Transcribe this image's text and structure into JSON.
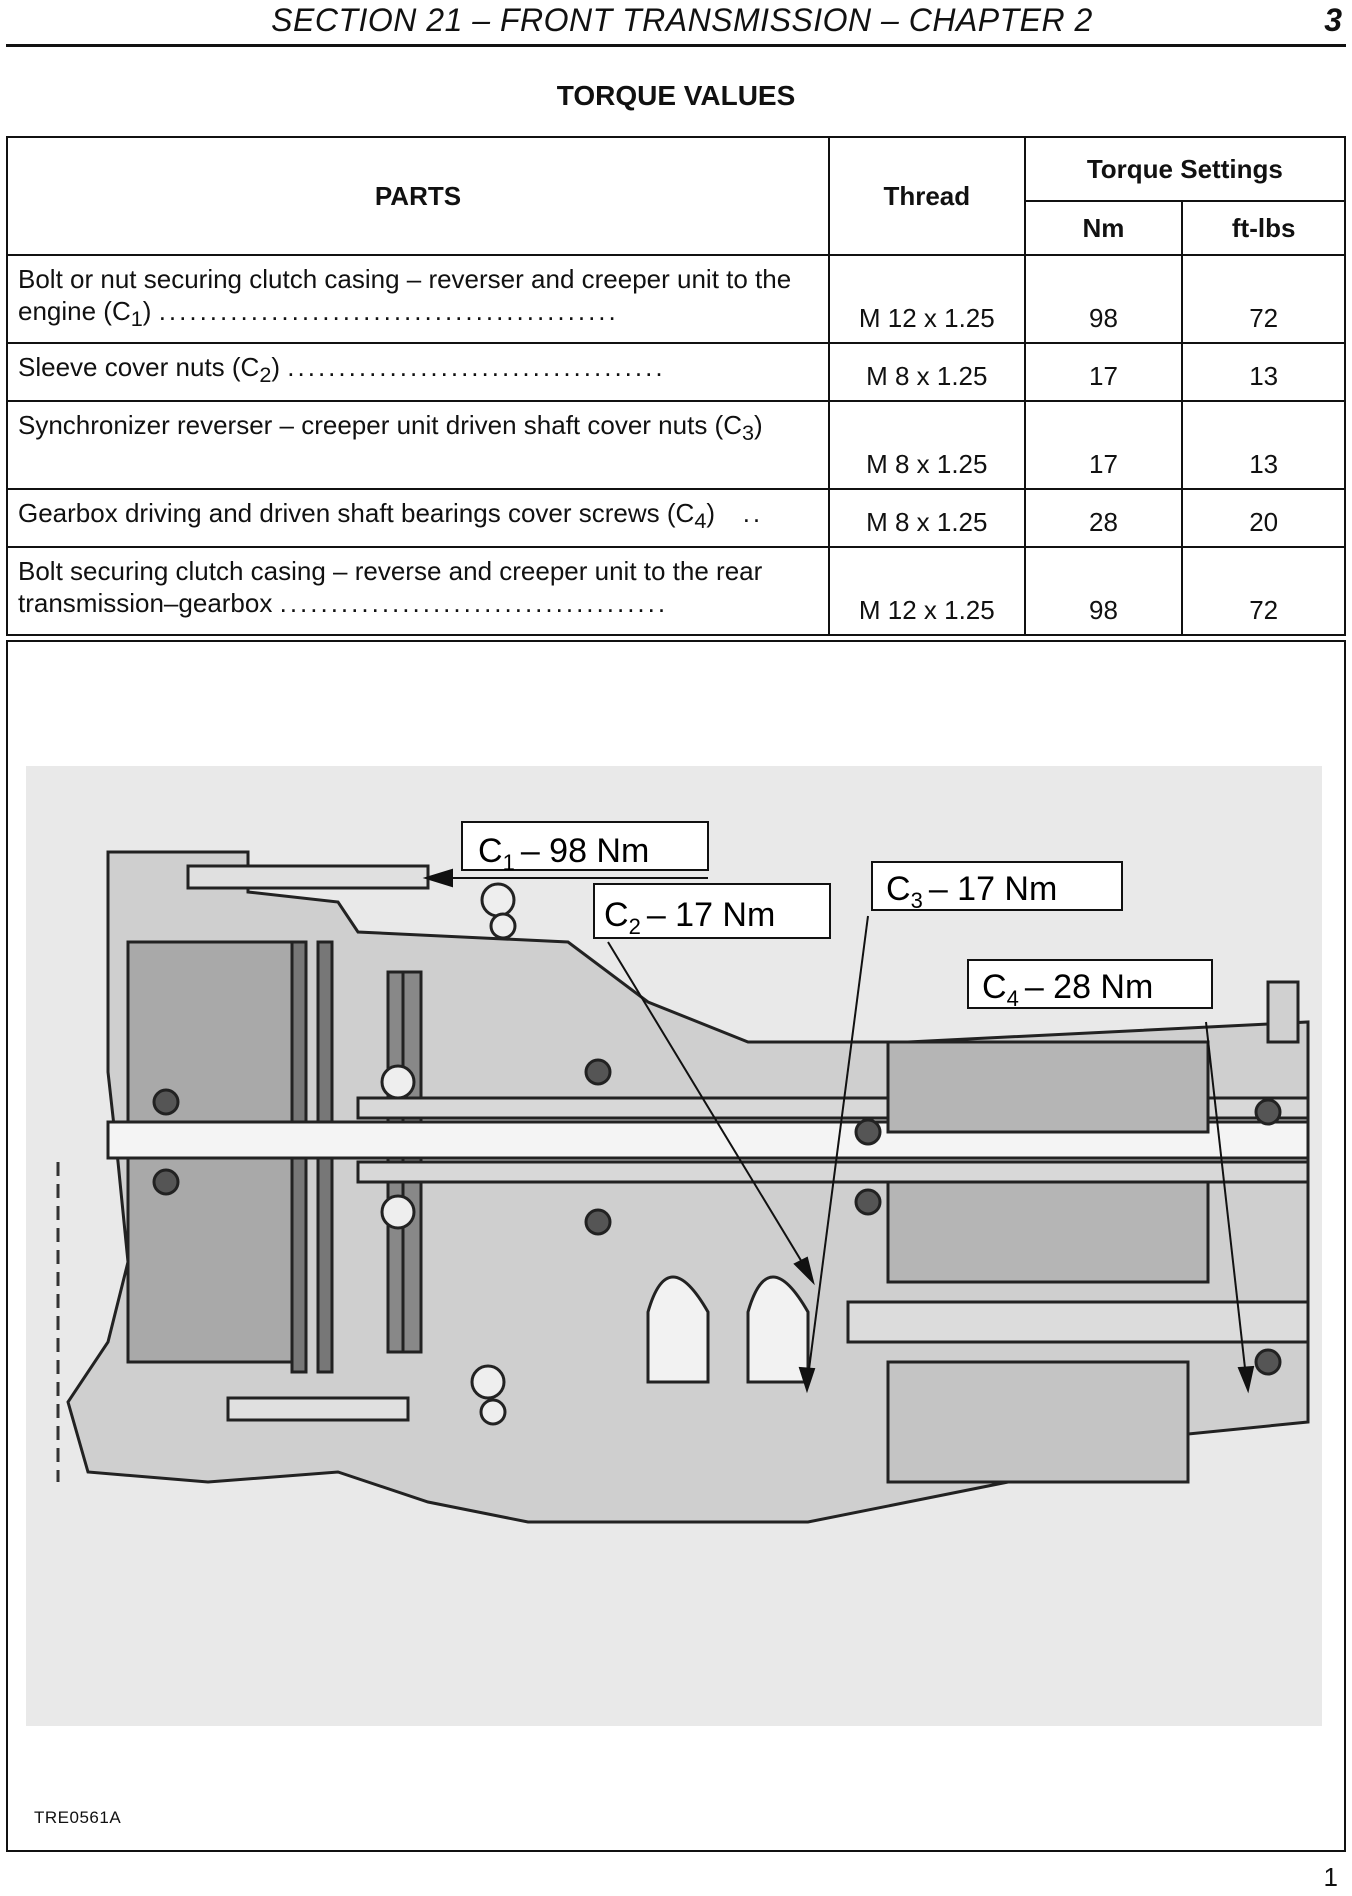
{
  "header": {
    "section": "SECTION 21 – FRONT TRANSMISSION – CHAPTER 2",
    "page": "3"
  },
  "title": "TORQUE VALUES",
  "table": {
    "headers": {
      "parts": "PARTS",
      "thread": "Thread",
      "torque": "Torque Settings",
      "nm": "Nm",
      "ftlbs": "ft-lbs"
    },
    "rows": [
      {
        "part_line1": "Bolt or nut securing clutch casing – reverser and creeper unit to the",
        "part_line2": "engine (C",
        "sub": "1",
        "suffix": ")",
        "thread": "M 12 x 1.25",
        "nm": "98",
        "ftlbs": "72"
      },
      {
        "part_line1": "Sleeve cover nuts (C",
        "sub": "2",
        "suffix": ")",
        "thread": "M 8 x 1.25",
        "nm": "17",
        "ftlbs": "13"
      },
      {
        "part_line1": "Synchronizer reverser – creeper unit driven shaft cover nuts (C",
        "sub": "3",
        "suffix": ")",
        "thread": "M 8 x 1.25",
        "nm": "17",
        "ftlbs": "13"
      },
      {
        "part_line1": "Gearbox driving and driven shaft bearings cover screws (C",
        "sub": "4",
        "suffix": ")",
        "thread": "M 8 x 1.25",
        "nm": "28",
        "ftlbs": "20"
      },
      {
        "part_line1": "Bolt securing clutch casing – reverse and creeper unit to the rear",
        "part_line2": "transmission–gearbox",
        "thread": "M 12 x 1.25",
        "nm": "98",
        "ftlbs": "72"
      }
    ]
  },
  "figure": {
    "callouts": [
      {
        "label": "C",
        "sub": "1",
        "value": "– 98 Nm"
      },
      {
        "label": "C",
        "sub": "2",
        "value": "– 17 Nm"
      },
      {
        "label": "C",
        "sub": "3",
        "value": "– 17 Nm"
      },
      {
        "label": "C",
        "sub": "4",
        "value": "– 28 Nm"
      }
    ],
    "code": "TRE0561A"
  },
  "footer": {
    "figure_number": "1"
  }
}
